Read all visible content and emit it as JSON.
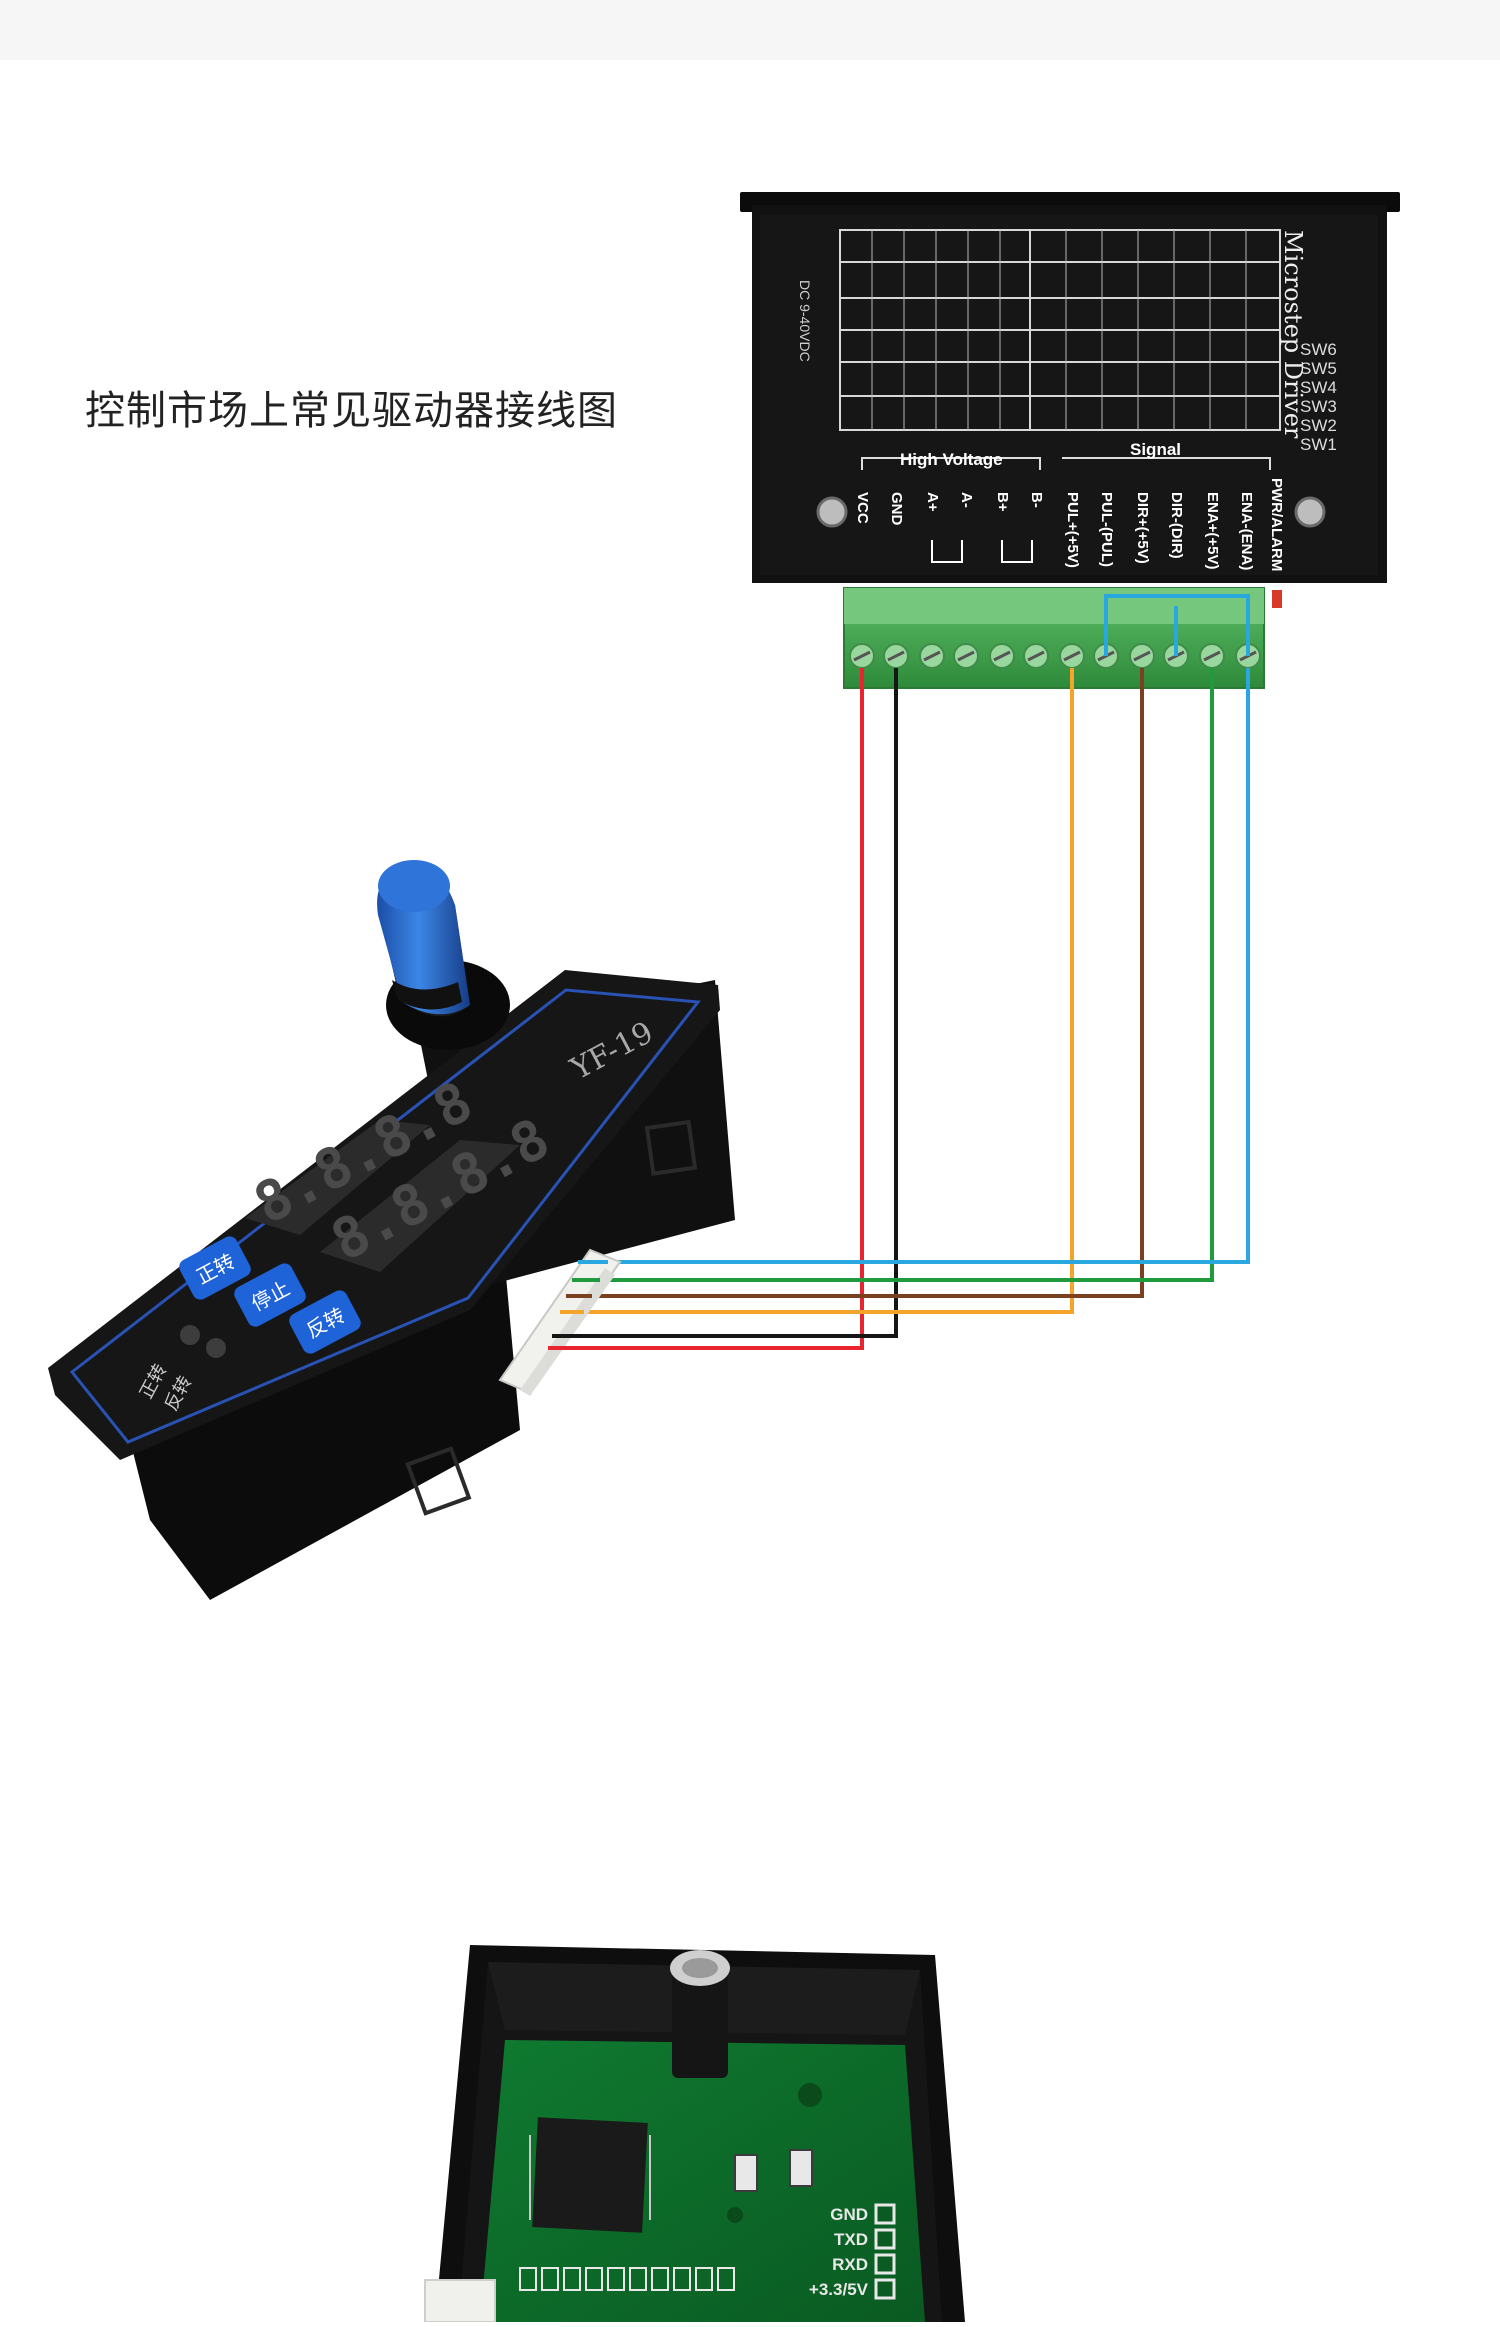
{
  "page": {
    "heading": "控制市场上常见驱动器接线图"
  },
  "driver": {
    "title": "Microstep Driver",
    "supply": "DC 9-40VDC",
    "sw_labels": [
      "SW6",
      "SW5",
      "SW4",
      "SW3",
      "SW2",
      "SW1"
    ],
    "group_high_voltage": "High Voltage",
    "group_signal": "Signal",
    "terminals": [
      "VCC",
      "GND",
      "A+",
      "A-",
      "B+",
      "B-",
      "PUL+(+5V)",
      "PUL-(PUL)",
      "DIR+(+5V)",
      "DIR-(DIR)",
      "ENA+(+5V)",
      "ENA-(ENA)"
    ],
    "status": "PWR/ALARM"
  },
  "controller": {
    "model": "YF-19",
    "display_left": "8.8.8.8",
    "display_right": "8.8.8.8",
    "btn_forward": "正转",
    "btn_stop": "停止",
    "btn_reverse": "反转",
    "led_forward": "正转",
    "led_reverse": "反转"
  },
  "pcb": {
    "labels": [
      "GND",
      "TXD",
      "RXD",
      "+3.3/5V"
    ]
  },
  "wire_colors": {
    "red": "#e8242e",
    "black": "#151515",
    "orange": "#f2a52a",
    "brown": "#7a4020",
    "green": "#1f9a3c",
    "blue": "#29a8e0"
  }
}
